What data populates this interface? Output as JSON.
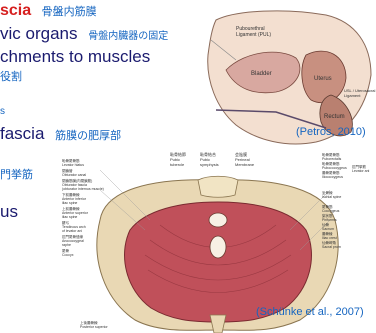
{
  "lines": {
    "l1_en": "scia",
    "l1_jp": "骨盤内筋膜",
    "l2_en": "vic organs",
    "l2_jp": "骨盤内臓器の固定",
    "l3_en": "chments to muscles",
    "l3_jp": "役割",
    "l4_marker": "s",
    "l5_en": "fascia",
    "l5_jp": "筋膜の肥厚部",
    "l6_jp": "門挙筋",
    "l7_en": "us"
  },
  "citations": {
    "top": "(Petros, 2010)",
    "bottom": "(Schünke et al., 2007)"
  },
  "colors": {
    "heading": "#1a1a6e",
    "jp": "#1565c0",
    "accent": "#d62020",
    "muscle": "#c0505a",
    "bone": "#e9d8b4"
  },
  "labels": {
    "top_center": [
      "恥骨結節",
      "Pubic",
      "tubercle",
      "恥骨結合",
      "Pubic",
      "symphysis",
      "会陰膜",
      "Perineal",
      "Membrane"
    ],
    "top_left": [
      "恥骨尾骨筋",
      "Levator hiatus",
      "閉鎖管",
      "Obturator canal",
      "閉鎖筋膜(内閉鎖筋)",
      "Obturator fascia",
      "(obturator internus muscle)",
      "下前腸骨棘",
      "Anterior inferior",
      "iliac spine",
      "上前腸骨棘",
      "Anterior superior",
      "iliac spine",
      "腱弓",
      "Tendinous arch",
      "of levator ani",
      "肛門尾骨縫線",
      "Anococcygeal",
      "raphe",
      "尾骨",
      "Coccyx"
    ],
    "right": [
      "恥骨尾骨筋",
      "Puborectalis",
      "恥骨尾骨筋",
      "Pubococcygeus",
      "腸骨尾骨筋",
      "Iliococcygeus",
      "肛門挙筋",
      "Levator ani",
      "坐骨棘",
      "Ischial spine",
      "尾骨筋",
      "Coccygeus",
      "梨状筋",
      "Piriformis",
      "仙骨",
      "Sacrum",
      "腸骨稜",
      "Iliac crest",
      "仙骨岬角",
      "Sacral prom"
    ],
    "bottom_left": [
      "上後腸骨棘",
      "Posterior superior"
    ],
    "sag": [
      "Pubourethral",
      "Ligament (PUL)",
      "Bladder",
      "Uterus",
      "Rectum",
      "USL / Uterosacral",
      "Ligament"
    ]
  }
}
